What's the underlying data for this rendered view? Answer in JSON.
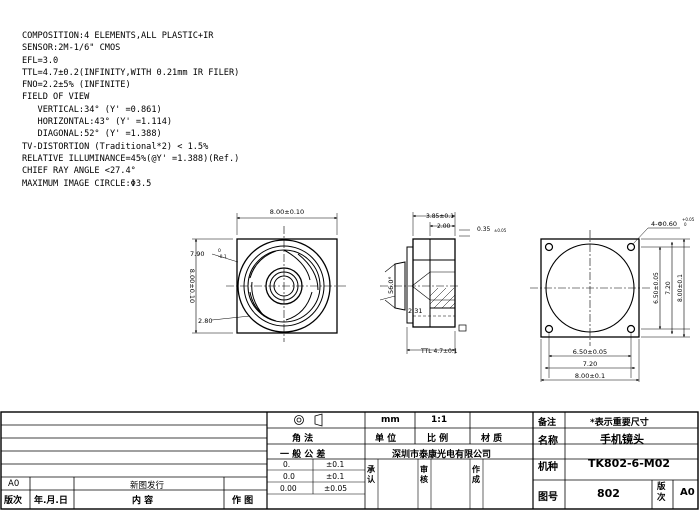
{
  "specs": [
    "COMPOSITION:4 ELEMENTS,ALL PLASTIC+IR",
    "SENSOR:2M-1/6\" CMOS",
    "EFL=3.0",
    "TTL=4.7±0.2(INFINITY,WITH 0.21mm IR FILER)",
    "FNO=2.2±5% (INFINITE)",
    "FIELD OF VIEW",
    "   VERTICAL:34° (Y' =0.861)",
    "   HORIZONTAL:43° (Y' =1.114)",
    "   DIAGONAL:52° (Y' =1.388)",
    "TV-DISTORTION (Traditional*2) < 1.5%",
    "RELATIVE ILLUMINANCE=45%(@Y' =1.388)(Ref.)",
    "CHIEF RAY ANGLE <27.4°",
    "MAXIMUM IMAGE CIRCLE:Φ3.5"
  ],
  "front_view": {
    "width_dim": "8.00±0.10",
    "height_dim": "8.00±0.10",
    "lens_dia": "7.90",
    "lens_tol": "0\n-0.1",
    "aperture_dia": "2.80"
  },
  "side_view": {
    "dim_top": "3.85±0.1",
    "dim_mid": "2.00",
    "dim_right": "0.35",
    "dim_right_tol": "±0.05",
    "angle": "56.0°",
    "dim_small": "2.31",
    "ttl": "TTL 4.7±0.1"
  },
  "bottom_view": {
    "holes": "4-Φ0.60",
    "holes_tol": "+0.05\n  0",
    "dim_650": "6.50±0.05",
    "dim_720": "7.20",
    "dim_800": "8.00±0.1"
  },
  "title_block": {
    "unit_label": "单 位",
    "unit_value": "mm",
    "scale_label": "比 例",
    "scale_value": "1:1",
    "material_label": "材 质",
    "projection_label": "角 法",
    "note_label": "备注",
    "note_value": "*表示重要尺寸",
    "tolerance_header": "一 般 公 差",
    "tolerances": [
      {
        "precision": "0.",
        "value": "±0.1"
      },
      {
        "precision": "0.0",
        "value": "±0.1"
      },
      {
        "precision": "0.00",
        "value": "±0.05"
      }
    ],
    "company": "深圳市泰康光电有限公司",
    "approve_label": "承\n认",
    "review_label": "审\n核",
    "author_label": "作\n成",
    "name_label": "名称",
    "name_value": "手机镜头",
    "model_label": "机种",
    "model_value": "TK802-6-M02",
    "drawing_no_label": "图号",
    "drawing_no_value": "802",
    "version_label": "版\n次",
    "version_value": "A0",
    "revision": {
      "version": "A0",
      "content": "新图发行"
    },
    "rev_headers": {
      "version": "版次",
      "date": "年.月.日",
      "content": "内 容",
      "author": "作 图"
    }
  }
}
